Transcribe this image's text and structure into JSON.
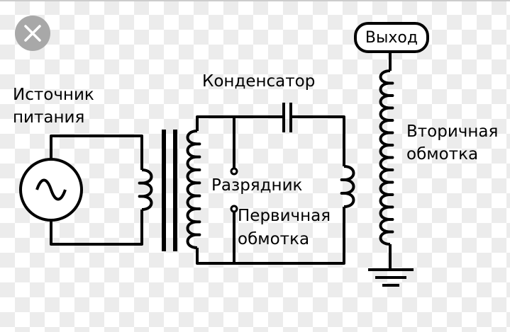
{
  "viewer": {
    "close_icon": "close-icon"
  },
  "diagram": {
    "labels": {
      "source_line1": "Источник",
      "source_line2": "питания",
      "capacitor": "Конденсатор",
      "spark_gap": "Разрядник",
      "primary_line1": "Первичная",
      "primary_line2": "обмотка",
      "secondary_line1": "Вторичная",
      "secondary_line2": "обмотка",
      "output": "Выход"
    },
    "components": [
      "ac-source",
      "transformer",
      "capacitor",
      "spark-gap",
      "primary-coil",
      "secondary-coil",
      "ground"
    ]
  }
}
